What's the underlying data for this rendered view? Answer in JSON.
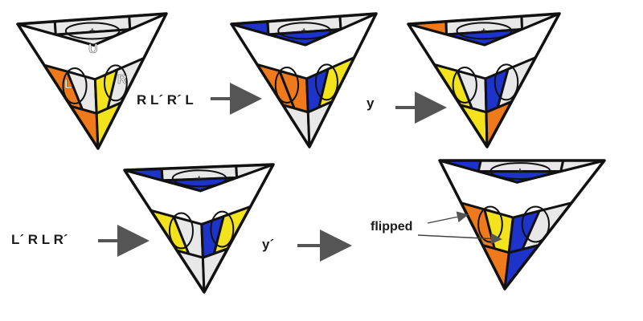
{
  "colors": {
    "white": "#e8e8e8",
    "orange": "#ee7a1b",
    "yellow": "#f2e31c",
    "blue": "#1d33c9",
    "edge": "#111111",
    "arrow": "#555555",
    "background": "#ffffff"
  },
  "moves": {
    "seq1": "R L´ R´ L",
    "rot1": "y",
    "seq2": "L´ R L R´",
    "rot2": "y´"
  },
  "annotation": {
    "flipped": "flipped"
  },
  "face_labels": {
    "up": "U",
    "left": "L",
    "right": "R"
  },
  "puzzles": [
    {
      "name": "state-start",
      "top": [
        "white",
        "white",
        "white",
        "white"
      ],
      "left": [
        "orange",
        "orange",
        "white",
        "orange"
      ],
      "right": [
        "yellow",
        "yellow",
        "white",
        "yellow"
      ]
    },
    {
      "name": "state-after-seq1",
      "top": [
        "blue",
        "white",
        "white",
        "blue"
      ],
      "left": [
        "yellow",
        "orange",
        "orange",
        "white"
      ],
      "right": [
        "blue",
        "blue",
        "yellow",
        "white"
      ]
    },
    {
      "name": "state-after-y",
      "top": [
        "orange",
        "white",
        "white",
        "blue"
      ],
      "left": [
        "yellow",
        "yellow",
        "white",
        "yellow"
      ],
      "right": [
        "blue",
        "blue",
        "white",
        "orange"
      ]
    },
    {
      "name": "state-after-seq2",
      "top": [
        "blue",
        "white",
        "white",
        "blue"
      ],
      "left": [
        "yellow",
        "yellow",
        "white",
        "white"
      ],
      "right": [
        "blue",
        "blue",
        "yellow",
        "white"
      ]
    },
    {
      "name": "state-final",
      "top": [
        "blue",
        "white",
        "white",
        "blue"
      ],
      "left": [
        "blue",
        "orange",
        "yellow",
        "orange"
      ],
      "right": [
        "white",
        "blue",
        "white",
        "blue"
      ]
    }
  ]
}
